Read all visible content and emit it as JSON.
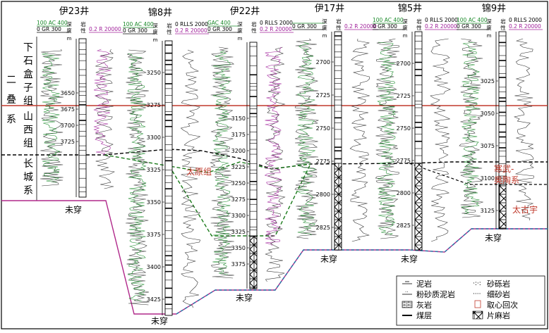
{
  "wells": [
    {
      "name": "伊23井",
      "log_left_1": "100 AC 400",
      "log_left_2": "0 GR 300",
      "log_right_1": "",
      "log_right_2": "0.2 R 20000",
      "depth_ticks": [
        "3650",
        "3675",
        "3700",
        "3725"
      ],
      "bottom_label": "未穿"
    },
    {
      "name": "锦8井",
      "log_left_1": "100 AC 400",
      "log_left_2": "0 GR 300",
      "log_right_1": "0 RLLS 2000",
      "log_right_2": "0.2 R 20000",
      "depth_ticks": [
        "3250",
        "3275",
        "3300",
        "3325",
        "3350",
        "3375",
        "3400",
        "3425"
      ],
      "bottom_label": "未穿"
    },
    {
      "name": "伊22井",
      "log_left_1": "GAC 400",
      "log_left_2": "0 GR 300",
      "log_right_1": "0 RLLS 2000",
      "log_right_2": "0.2 R 20000",
      "depth_ticks": [
        "3150",
        "3175",
        "3200",
        "3225",
        "3250",
        "3275",
        "3300",
        "3325",
        "3350",
        "3375"
      ],
      "bottom_label": "未穿"
    },
    {
      "name": "伊17井",
      "log_left_1": "",
      "log_left_2": "0 GR 300",
      "log_right_1": "",
      "log_right_2": "0.2 R 20000",
      "depth_ticks": [
        "2700",
        "2725",
        "2750",
        "2775",
        "2800",
        "2825"
      ],
      "bottom_label": "未穿"
    },
    {
      "name": "锦5井",
      "log_left_1": "100 AC 400",
      "log_left_2": "0 GR 300",
      "log_right_1": "0 RLLS 2000",
      "log_right_2": "0.2 R 20000",
      "depth_ticks": [
        "2700",
        "2725",
        "2750",
        "2775",
        "2800",
        "2825"
      ],
      "bottom_label": "未穿"
    },
    {
      "name": "锦9井",
      "log_left_1": "100 AC 400",
      "log_left_2": "0 GR 300",
      "log_right_1": "0 RLLS 2000",
      "log_right_2": "0.2 R 20000",
      "depth_ticks": [
        "3025",
        "3050",
        "3075",
        "3100",
        "3125"
      ],
      "bottom_label": "未穿"
    }
  ],
  "column_header_depth": "深度",
  "column_header_depth_unit": "m",
  "column_header_lith": "岩性",
  "stratigraphy": {
    "system": "二叠系",
    "formations": [
      "下石盒子组",
      "山西组",
      "长城系"
    ],
    "taiyuan": "太原组",
    "hanwu_ordovician": "寒武-奥陶系",
    "archean": "太古宇"
  },
  "legend": {
    "items_left": [
      "泥岩",
      "粉砂质泥岩",
      "灰岩",
      "煤层"
    ],
    "items_right": [
      "砂砾岩",
      "细砂岩",
      "取心回次",
      "片麻岩"
    ]
  },
  "colors": {
    "shanxi_top_line": "#c0392b",
    "taiyuan_line": "#1a7a1a",
    "changcheng_line": "#b0298a",
    "basement_line": "#1f7aa8",
    "ac_curve": "#1a8a2a",
    "r_curve": "#a0209a"
  }
}
